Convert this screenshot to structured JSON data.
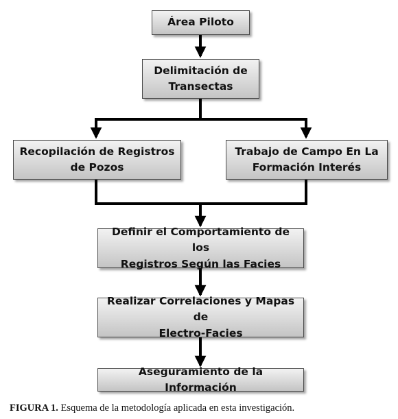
{
  "diagram": {
    "nodes": {
      "area_piloto": "Área Piloto",
      "delimitacion": [
        "Delimitación de",
        "Transectas"
      ],
      "recopilacion": [
        "Recopilación de Registros",
        "de Pozos"
      ],
      "trabajo_campo": [
        "Trabajo de Campo En La",
        "Formación Interés"
      ],
      "definir": [
        "Definir el Comportamiento de los",
        "Registros Según las Facies"
      ],
      "realizar": [
        "Realizar Correlaciones y Mapas de",
        "Electro-Facies"
      ],
      "aseguramiento": "Aseguramiento de la Información"
    },
    "edges": [
      [
        "area_piloto",
        "delimitacion"
      ],
      [
        "delimitacion",
        "recopilacion"
      ],
      [
        "delimitacion",
        "trabajo_campo"
      ],
      [
        "recopilacion",
        "definir"
      ],
      [
        "trabajo_campo",
        "definir"
      ],
      [
        "definir",
        "realizar"
      ],
      [
        "realizar",
        "aseguramiento"
      ]
    ]
  },
  "caption": {
    "label": "FIGURA 1.",
    "text": " Esquema de la metodología aplicada en esta investigación."
  }
}
